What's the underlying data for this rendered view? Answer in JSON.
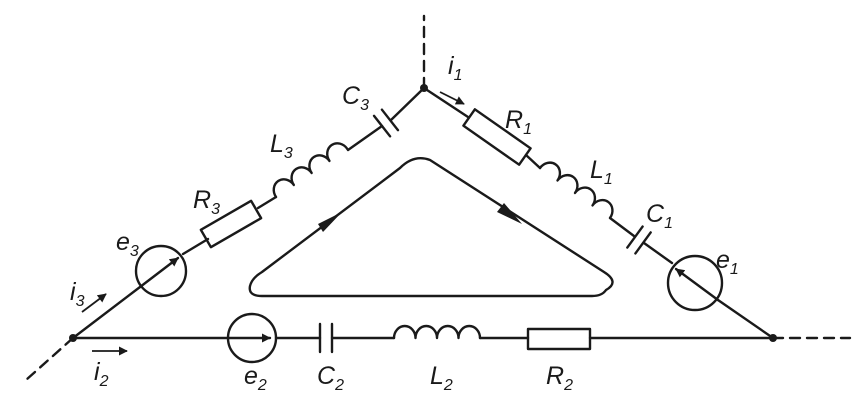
{
  "labels": {
    "i1": {
      "base": "i",
      "sub": "1"
    },
    "i2": {
      "base": "i",
      "sub": "2"
    },
    "i3": {
      "base": "i",
      "sub": "3"
    },
    "R1": {
      "base": "R",
      "sub": "1"
    },
    "R2": {
      "base": "R",
      "sub": "2"
    },
    "R3": {
      "base": "R",
      "sub": "3"
    },
    "L1": {
      "base": "L",
      "sub": "1"
    },
    "L2": {
      "base": "L",
      "sub": "2"
    },
    "L3": {
      "base": "L",
      "sub": "3"
    },
    "C1": {
      "base": "C",
      "sub": "1"
    },
    "C2": {
      "base": "C",
      "sub": "2"
    },
    "C3": {
      "base": "C",
      "sub": "3"
    },
    "e1": {
      "base": "e",
      "sub": "1"
    },
    "e2": {
      "base": "e",
      "sub": "2"
    },
    "e3": {
      "base": "e",
      "sub": "3"
    }
  }
}
